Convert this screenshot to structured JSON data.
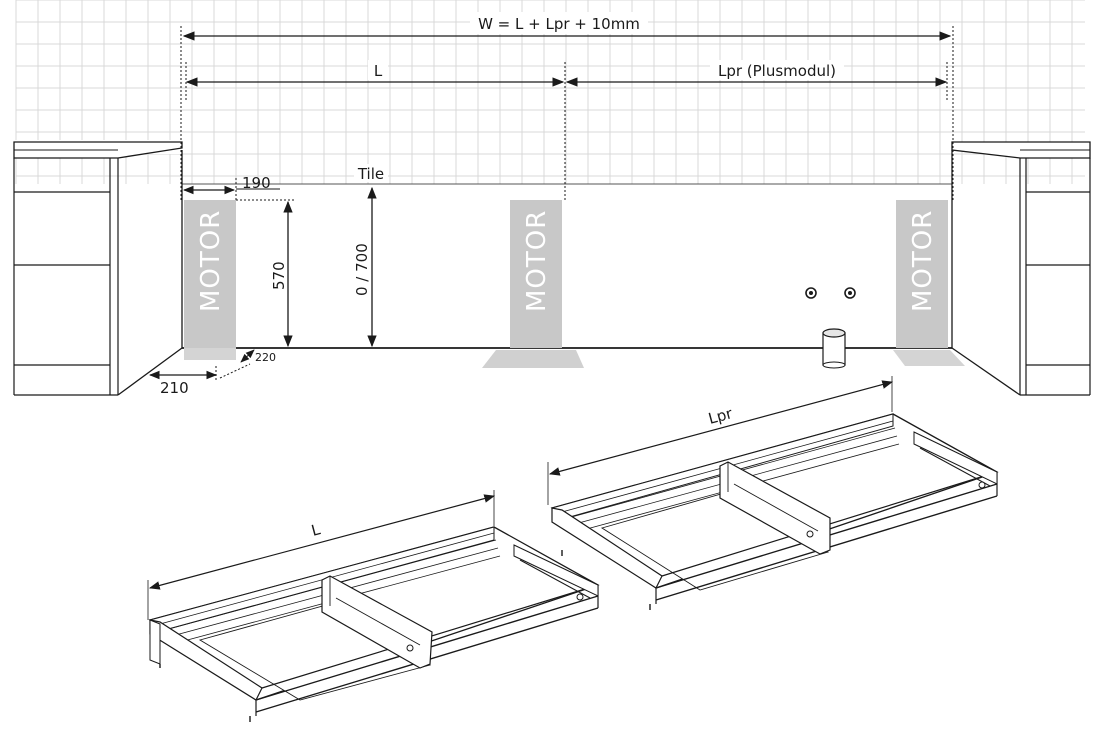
{
  "dimensions": {
    "total_width": "W = L + Lpr + 10mm",
    "left_module": "L",
    "right_module": "Lpr (Plusmodul)",
    "tile": "Tile",
    "motor_offset": "190",
    "motor_height": "570",
    "floor_height": "0 / 700",
    "depth_offset": "220",
    "side_offset": "210"
  },
  "motor_label": "MOTOR",
  "drawers": {
    "left_label": "L",
    "right_label": "Lpr"
  },
  "colors": {
    "motor_zone": "#c8c8c8",
    "tiles": "#d9d9d9",
    "lines": "#1a1a1a"
  }
}
